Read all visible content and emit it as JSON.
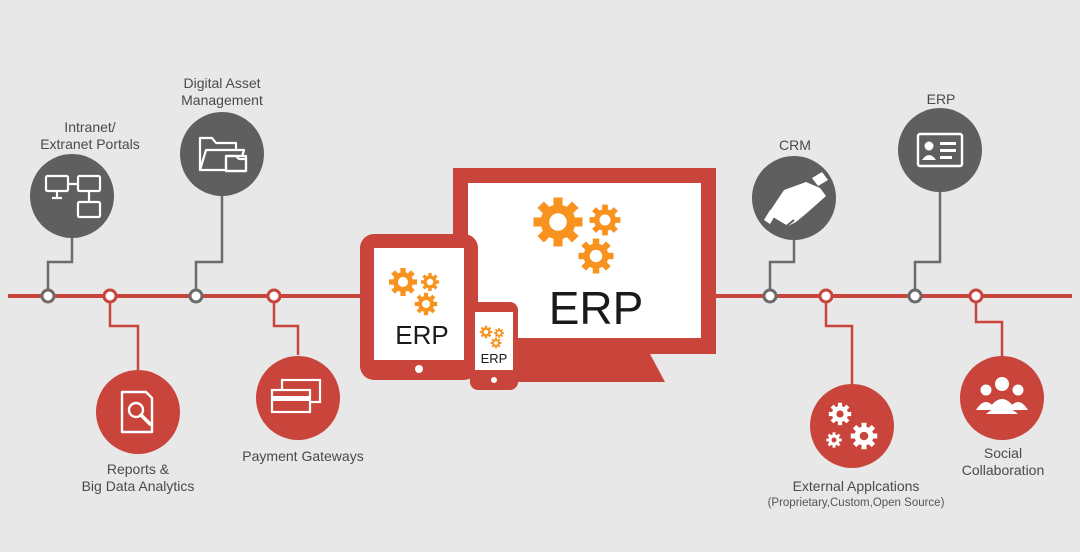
{
  "labels": {
    "intranet": "Intranet/\nExtranet Portals",
    "digital_asset": "Digital Asset\nManagement",
    "reports": "Reports &\nBig Data Analytics",
    "payment": "Payment Gateways",
    "crm": "CRM",
    "erp_node": "ERP",
    "external_apps": "External Applcations",
    "external_apps_sub": "(Proprietary,Custom,Open Source)",
    "social": "Social\nCollaboration"
  },
  "devices": {
    "monitor_text": "ERP",
    "tablet_text": "ERP",
    "phone_text": "ERP"
  },
  "colors": {
    "background": "#e8e8e8",
    "accent_red": "#c9443a",
    "dark_gray": "#5f5f5f",
    "gear_orange": "#f7931e",
    "line_gray": "#6b6b6b"
  },
  "icons": {
    "intranet": "monitors-network-icon",
    "digital_asset": "folders-icon",
    "reports": "document-search-icon",
    "payment": "cards-icon",
    "crm": "handshake-icon",
    "erp_node": "id-card-icon",
    "external_apps": "gears-icon",
    "social": "people-group-icon"
  }
}
